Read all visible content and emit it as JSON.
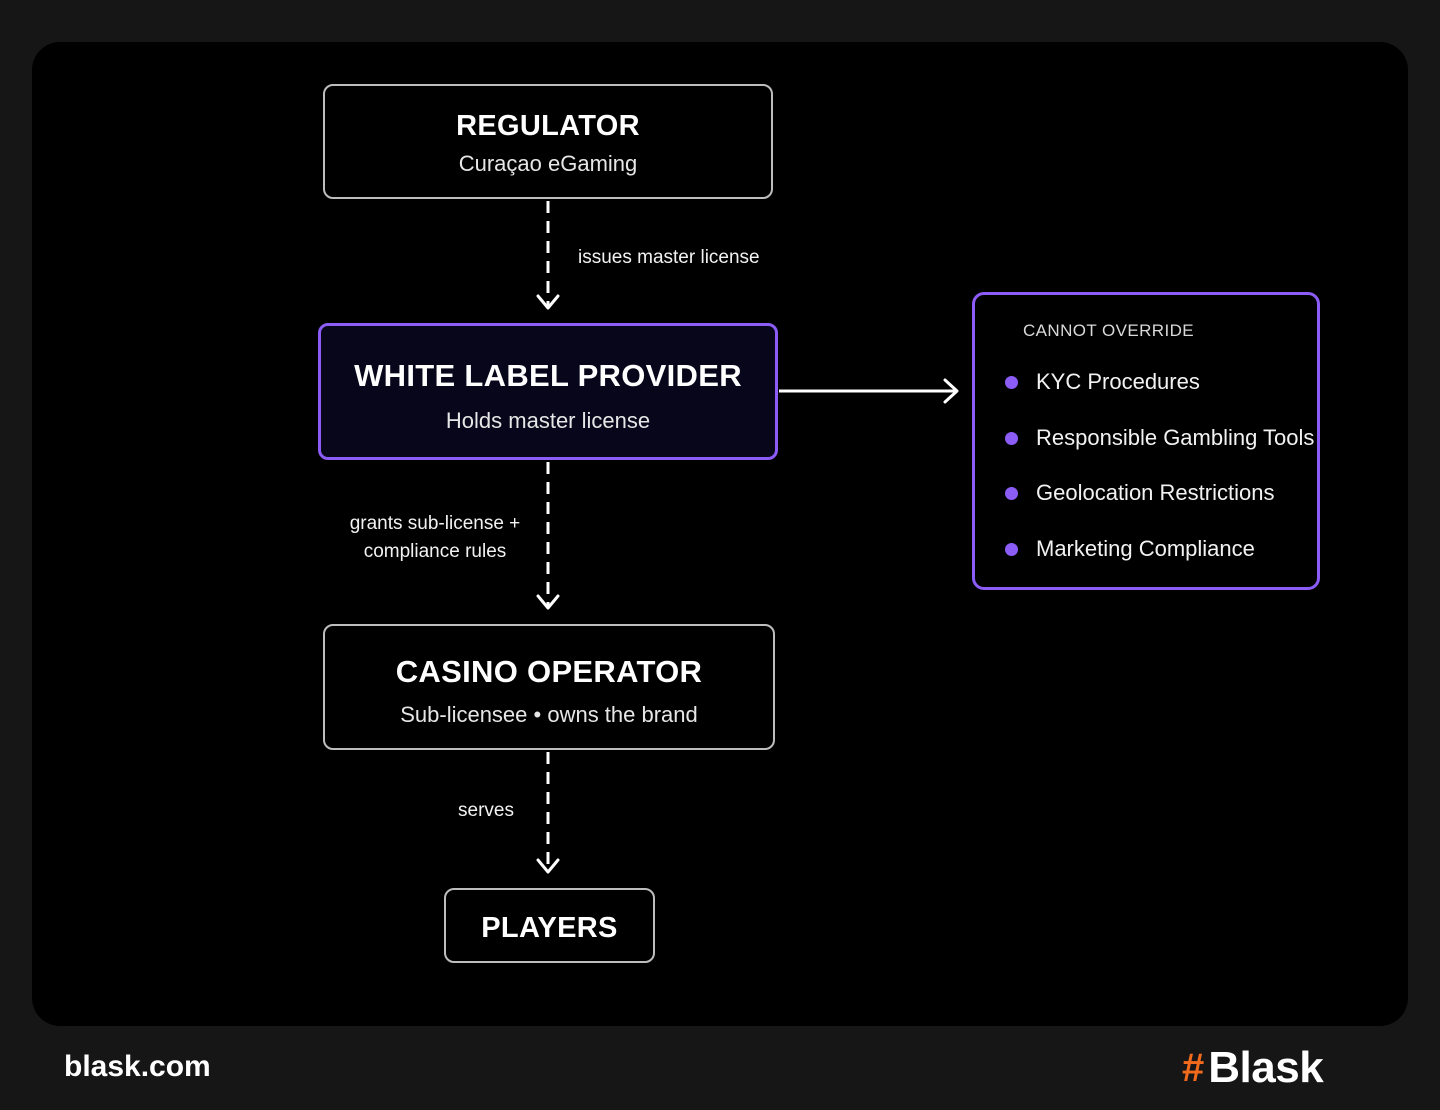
{
  "nodes": {
    "regulator": {
      "title": "REGULATOR",
      "subtitle": "Curaçao eGaming"
    },
    "white_label_provider": {
      "title": "WHITE LABEL PROVIDER",
      "subtitle": "Holds master license"
    },
    "casino_operator": {
      "title": "CASINO OPERATOR",
      "subtitle": "Sub-licensee • owns the brand"
    },
    "players": {
      "title": "PLAYERS"
    }
  },
  "edges": {
    "regulator_to_provider": "issues master license",
    "provider_to_operator": "grants sub-license + compliance rules",
    "operator_to_players": "serves"
  },
  "cannot_override": {
    "heading": "CANNOT OVERRIDE",
    "items": [
      "KYC Procedures",
      "Responsible Gambling Tools",
      "Geolocation Restrictions",
      "Marketing Compliance"
    ]
  },
  "footer": {
    "url": "blask.com",
    "brand_mark": "#",
    "brand_name": "Blask"
  },
  "colors": {
    "accent": "#8b5cf6",
    "brand": "#f26b1d",
    "panel": "#000000",
    "page": "#161616"
  }
}
